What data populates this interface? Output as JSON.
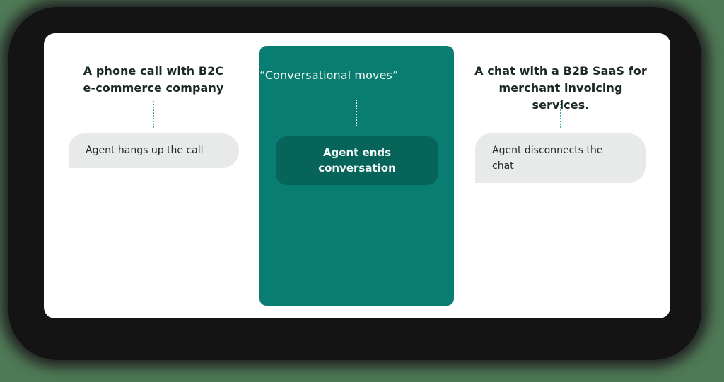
{
  "colors": {
    "background": "#4f7a56",
    "card": "#ffffff",
    "accent_column": "#0a7d72",
    "accent_bubble": "#07645a",
    "bubble_gray": "#e8eae9",
    "connector": "#2ab3a8",
    "text_dark": "#1c2a25"
  },
  "columns": [
    {
      "title_lines": [
        "A phone call with B2C",
        "e-commerce company"
      ],
      "bubble": "Agent hangs up the call"
    },
    {
      "title_lines": [
        "“Conversational moves”"
      ],
      "bubble_lines": [
        "Agent ends",
        "conversation"
      ]
    },
    {
      "title_lines": [
        "A chat with a B2B SaaS for",
        "merchant invoicing services."
      ],
      "bubble_lines": [
        "Agent disconnects the",
        "chat"
      ]
    }
  ]
}
